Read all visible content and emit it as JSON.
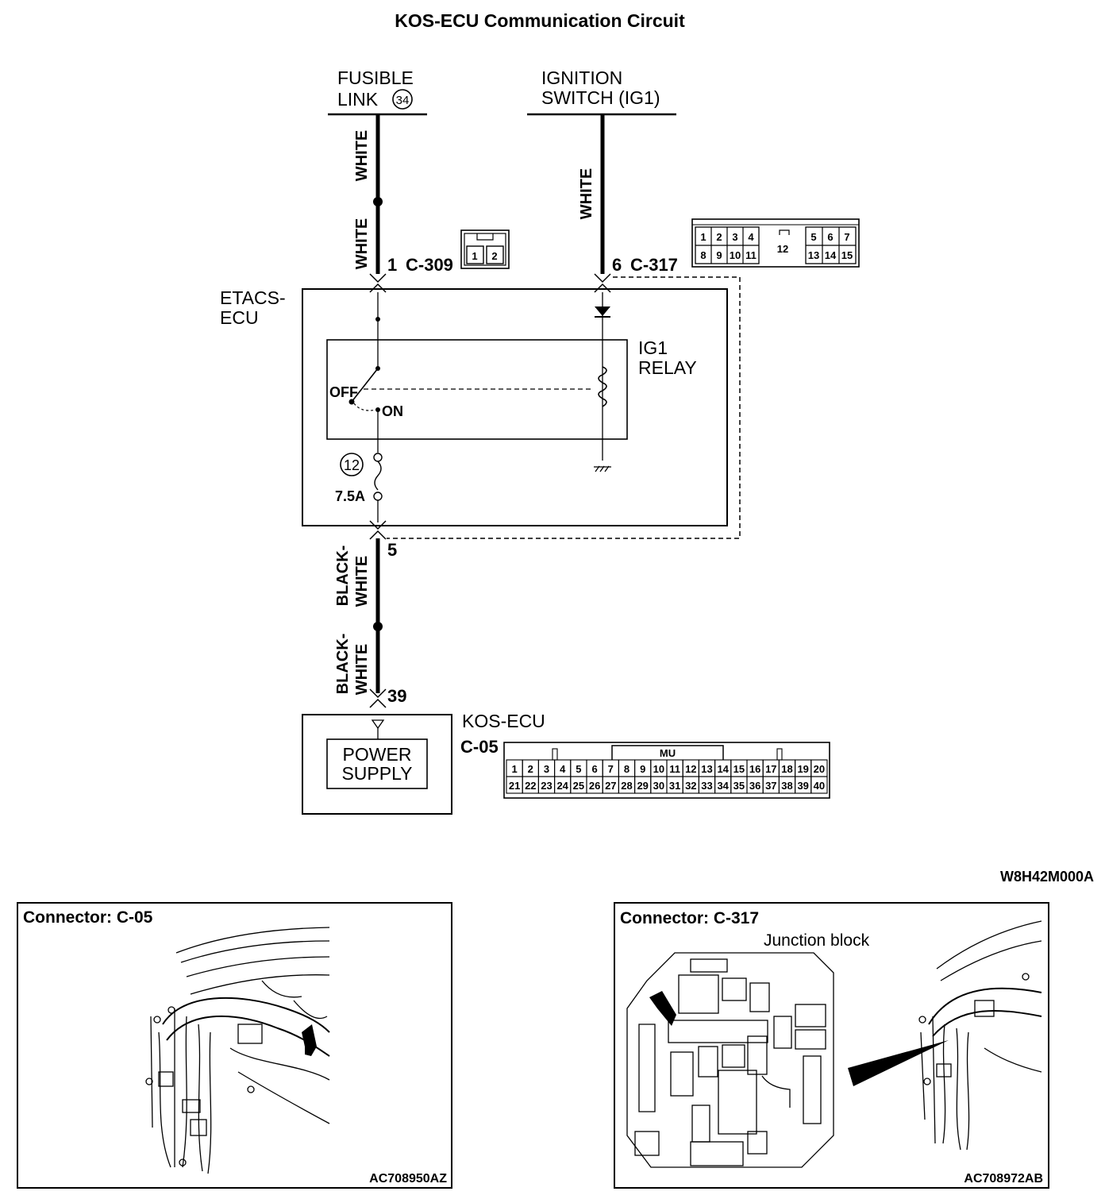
{
  "title": "KOS-ECU Communication Circuit",
  "figure_code": "W8H42M000A",
  "sources": {
    "fusible_link": {
      "line1": "FUSIBLE",
      "line2": "LINK",
      "number": "34"
    },
    "ignition_switch": {
      "line1": "IGNITION",
      "line2": "SWITCH (IG1)"
    }
  },
  "wires": {
    "white": "WHITE",
    "black": "BLACK-",
    "white2": "WHITE"
  },
  "terminals": {
    "t1": "1",
    "c309": "C-309",
    "t6": "6",
    "c317": "C-317",
    "t5": "5",
    "t39": "39"
  },
  "etacs": {
    "line1": "ETACS-",
    "line2": "ECU",
    "relay_line1": "IG1",
    "relay_line2": "RELAY",
    "off": "OFF",
    "on": "ON",
    "fuse_number": "12",
    "fuse_rating": "7.5A"
  },
  "kos_ecu": {
    "label": "KOS-ECU",
    "connector": "C-05",
    "power_line1": "POWER",
    "power_line2": "SUPPLY",
    "mu_label": "MU"
  },
  "connector_c309": {
    "pins": [
      "1",
      "2"
    ]
  },
  "connector_c317": {
    "top_row": [
      "1",
      "2",
      "3",
      "4",
      "5",
      "6",
      "7"
    ],
    "bottom_row": [
      "8",
      "9",
      "10",
      "11",
      "13",
      "14",
      "15"
    ],
    "center_pin": "12"
  },
  "connector_c05": {
    "top_row": [
      "1",
      "2",
      "3",
      "4",
      "5",
      "6",
      "7",
      "8",
      "9",
      "10",
      "11",
      "12",
      "13",
      "14",
      "15",
      "16",
      "17",
      "18",
      "19",
      "20"
    ],
    "bottom_row": [
      "21",
      "22",
      "23",
      "24",
      "25",
      "26",
      "27",
      "28",
      "29",
      "30",
      "31",
      "32",
      "33",
      "34",
      "35",
      "36",
      "37",
      "38",
      "39",
      "40"
    ]
  },
  "panels": [
    {
      "title": "Connector: C-05",
      "code": "AC708950AZ"
    },
    {
      "title": "Connector: C-317",
      "label": "Junction block",
      "code": "AC708972AB"
    }
  ]
}
